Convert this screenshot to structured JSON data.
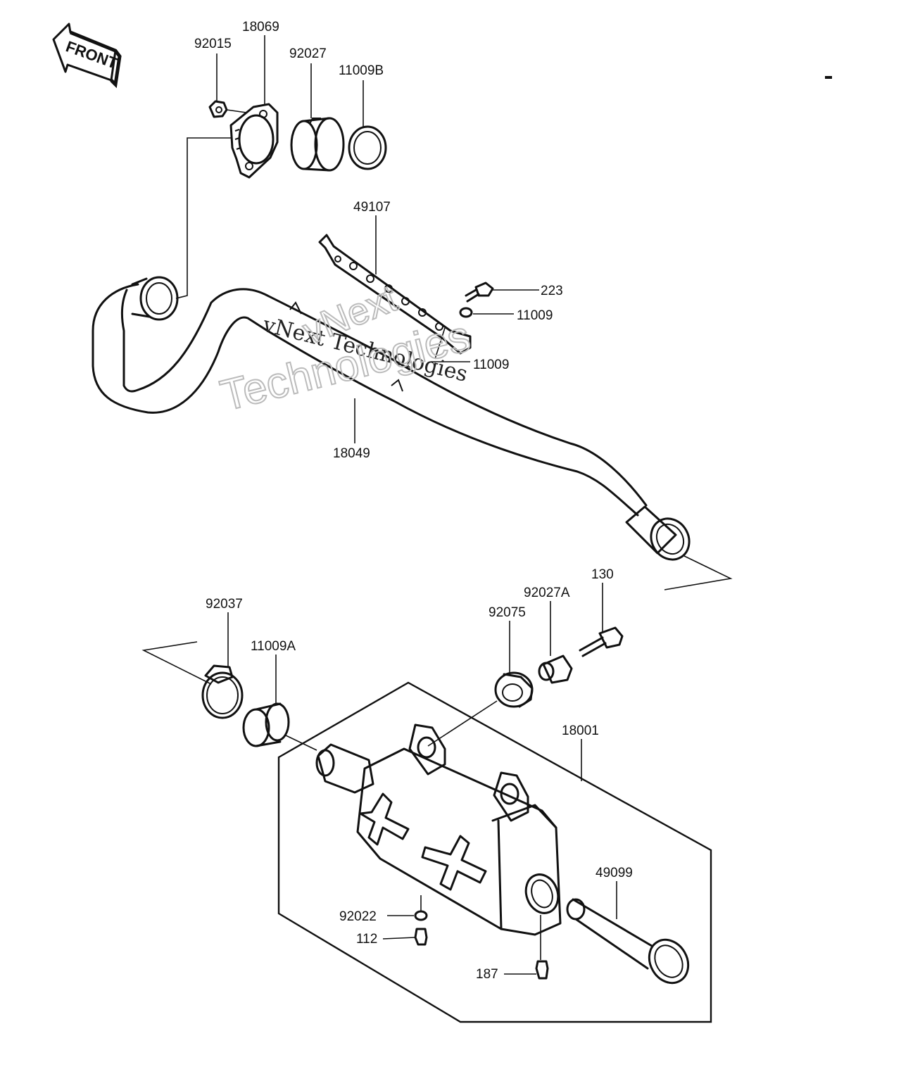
{
  "front_arrow": {
    "label": "FRONT"
  },
  "watermark": {
    "line1": "vNext Technologies",
    "line2": "Technologies",
    "line3": "vNext"
  },
  "parts": [
    {
      "id": "p18069",
      "number": "18069"
    },
    {
      "id": "p92015",
      "number": "92015"
    },
    {
      "id": "p92027",
      "number": "92027"
    },
    {
      "id": "p11009B",
      "number": "11009B"
    },
    {
      "id": "p49107",
      "number": "49107"
    },
    {
      "id": "p223",
      "number": "223"
    },
    {
      "id": "p11009_upper",
      "number": "11009"
    },
    {
      "id": "p11009_lower",
      "number": "11009"
    },
    {
      "id": "p18049",
      "number": "18049"
    },
    {
      "id": "p130",
      "number": "130"
    },
    {
      "id": "p92027A",
      "number": "92027A"
    },
    {
      "id": "p92075",
      "number": "92075"
    },
    {
      "id": "p92037",
      "number": "92037"
    },
    {
      "id": "p11009A",
      "number": "11009A"
    },
    {
      "id": "p18001",
      "number": "18001"
    },
    {
      "id": "p49099",
      "number": "49099"
    },
    {
      "id": "p92022",
      "number": "92022"
    },
    {
      "id": "p112",
      "number": "112"
    },
    {
      "id": "p187",
      "number": "187"
    }
  ]
}
